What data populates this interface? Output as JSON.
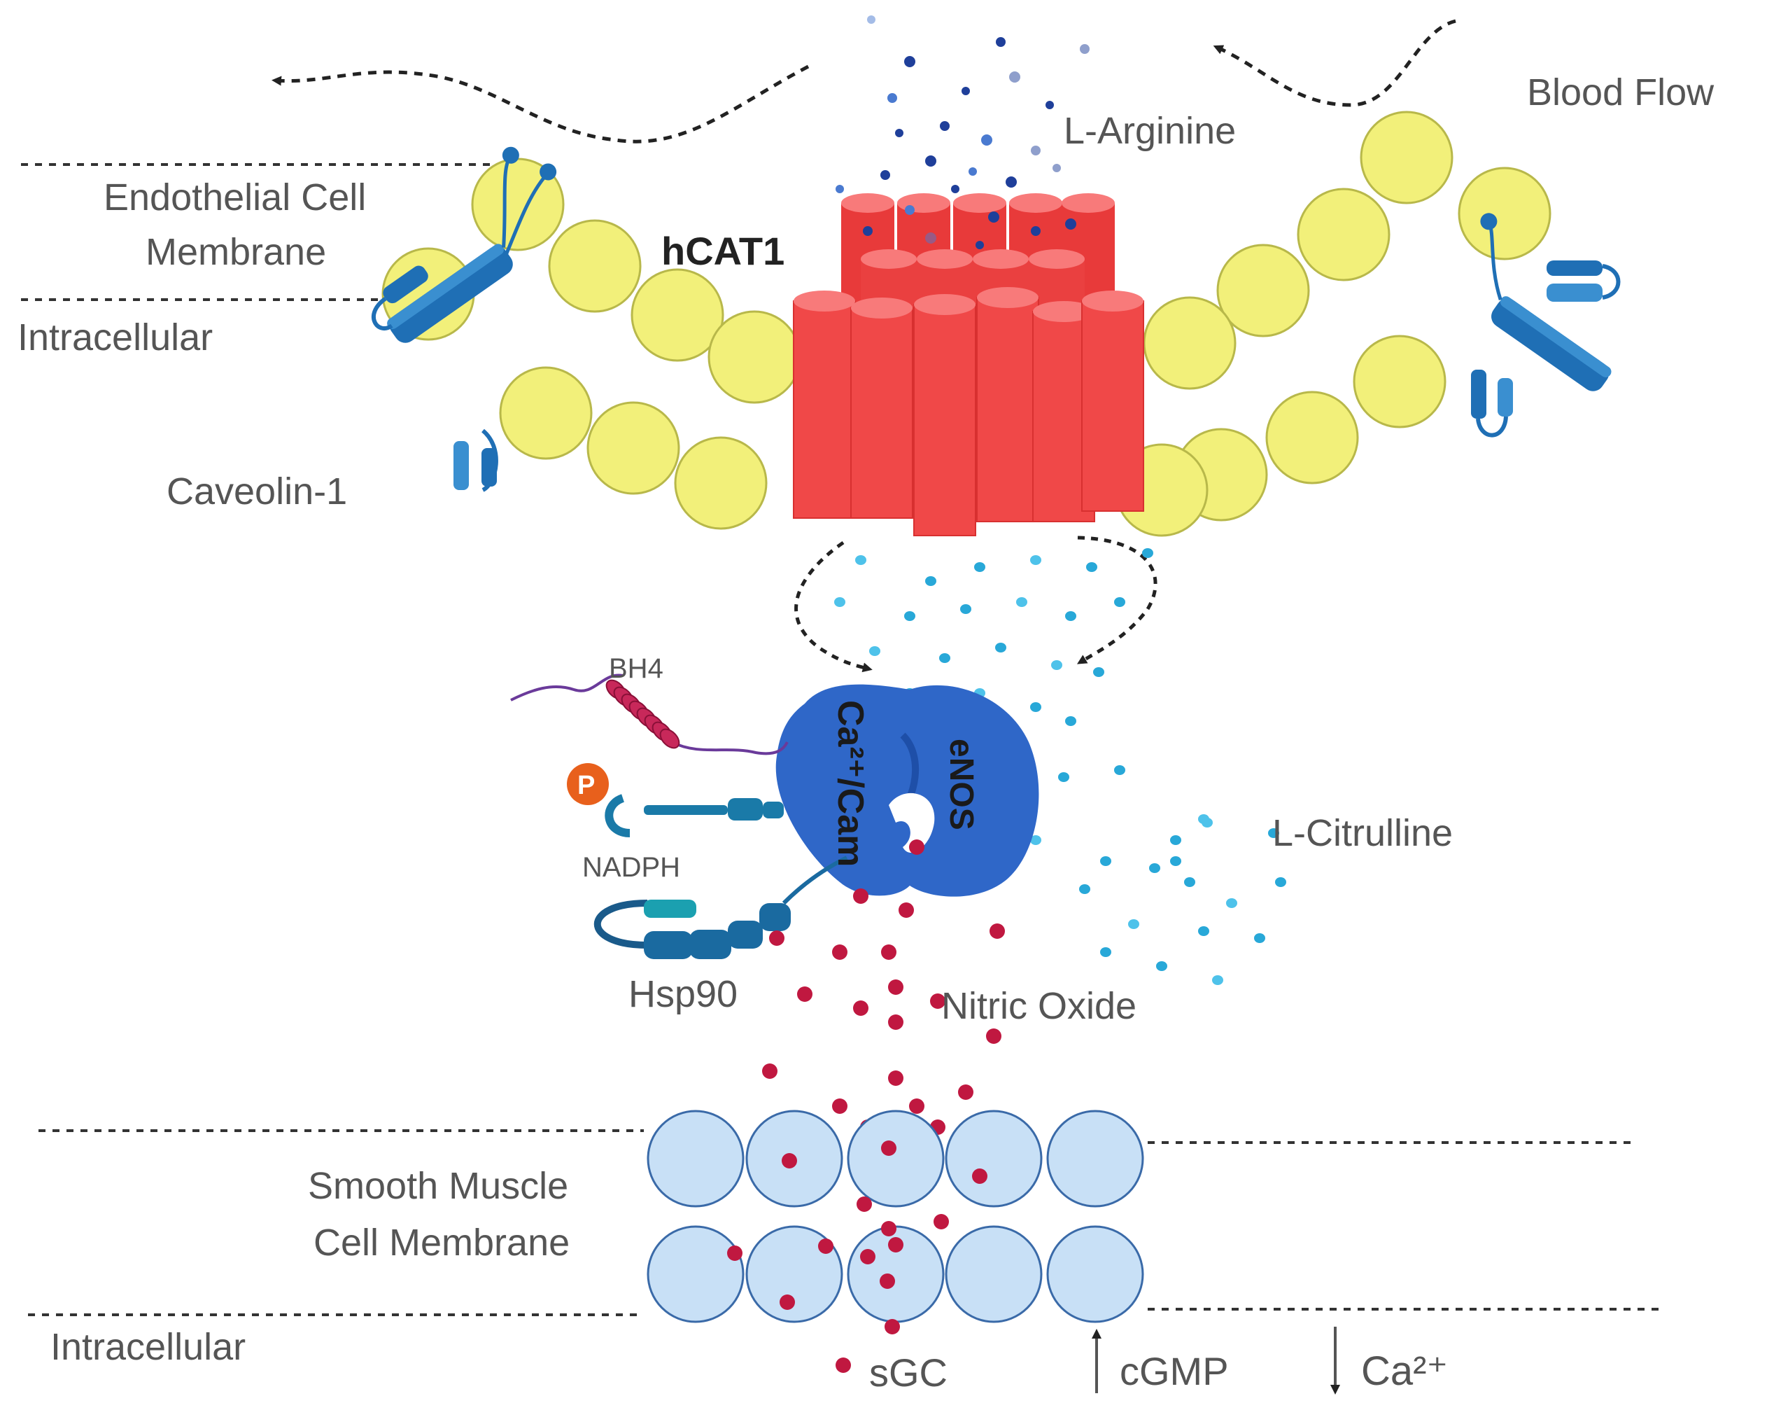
{
  "labels": {
    "blood_flow": "Blood Flow",
    "l_arginine": "L-Arginine",
    "endothelial_line1": "Endothelial Cell",
    "endothelial_line2": "Membrane",
    "hcat1": "hCAT1",
    "intracellular_top": "Intracellular",
    "caveolin": "Caveolin-1",
    "bh4": "BH4",
    "p": "P",
    "nadph": "NADPH",
    "hsp90": "Hsp90",
    "ca_cam": "Ca²⁺/Cam",
    "enos": "eNOS",
    "l_citrulline": "L-Citrulline",
    "nitric_oxide": "Nitric Oxide",
    "smooth_line1": "Smooth Muscle",
    "smooth_line2": "Cell Membrane",
    "intracellular_bottom": "Intracellular",
    "sgc": "sGC",
    "cgmp": "cGMP",
    "ca": "Ca²⁺"
  },
  "colors": {
    "lipid": "#f2f07a",
    "lipid_stroke": "#b8b84a",
    "channel": "#f04848",
    "channel_top": "#f87a7a",
    "protein": "#1f6fb5",
    "protein_light": "#3a8fd0",
    "enos": "#2f67c8",
    "arginine_dot": "#1f3f9a",
    "citrulline_dot": "#28a8d8",
    "no_dot": "#c01840",
    "smooth_cell": "#c8e0f6",
    "smooth_stroke": "#3a6aa8",
    "bh4": "#c8285a",
    "phospho": "#e8601c",
    "dashed_line": "#333333"
  }
}
